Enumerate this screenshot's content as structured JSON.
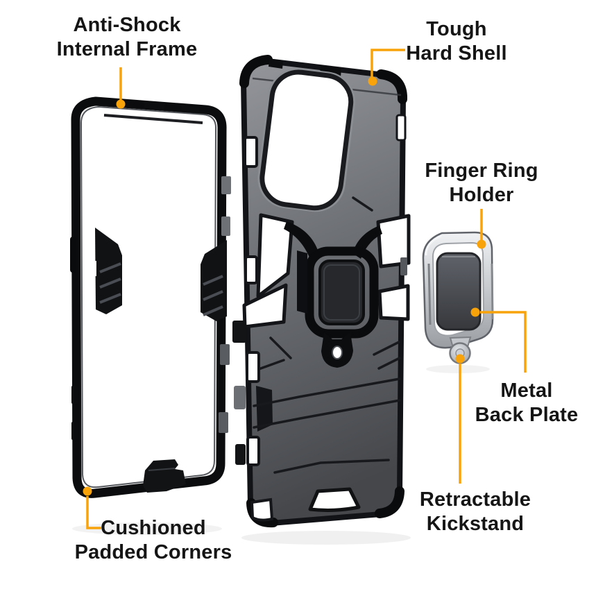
{
  "page": {
    "background": "#ffffff",
    "accent_color": "#F9A30B",
    "label_text_color": "#151515"
  },
  "labels": {
    "anti_shock": {
      "text": "Anti-Shock\nInternal Frame"
    },
    "tough_hard_shell": {
      "text": "Tough\nHard Shell"
    },
    "finger_ring_holder": {
      "text": "Finger Ring\nHolder"
    },
    "metal_back_plate": {
      "text": "Metal\nBack Plate"
    },
    "retractable_kickstand": {
      "text": "Retractable\nKickstand"
    },
    "cushioned_padded_corners": {
      "text": "Cushioned\nPadded Corners"
    }
  },
  "illustration": {
    "parts": [
      {
        "key": "internal-frame",
        "description": "black TPU inner bumper frame with grip wings"
      },
      {
        "key": "hard-shell-case",
        "description": "armored hard shell with camera cutout and ring mount"
      },
      {
        "key": "ring-holder",
        "description": "metal finger ring holder with back plate and kickstand knob"
      }
    ],
    "colors": {
      "case_body": "#6e7176",
      "frame_black": "#0b0c0e",
      "ring_metal": "#c6c9cd",
      "plate_dark": "#4a4d52"
    }
  }
}
